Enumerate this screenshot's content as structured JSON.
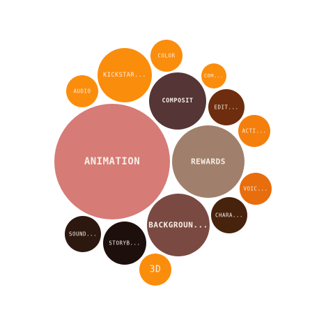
{
  "chart_data": {
    "type": "bubble",
    "title": "",
    "label_color": "#f7efe6",
    "bubbles": [
      {
        "label": "ANIMATION",
        "size": 100,
        "color": "#d67b76"
      },
      {
        "label": "REWARDS",
        "size": 40,
        "color": "#a0806c"
      },
      {
        "label": "BACKGROUN...",
        "size": 30,
        "color": "#7a4a42"
      },
      {
        "label": "COMPOSIT",
        "size": 25,
        "color": "#553536"
      },
      {
        "label": "KICKSTAR...",
        "size": 22,
        "color": "#fb8d0c"
      },
      {
        "label": "STORYB...",
        "size": 14,
        "color": "#1d0f0c"
      },
      {
        "label": "EDIT...",
        "size": 10,
        "color": "#6e2d0e"
      },
      {
        "label": "CHARA...",
        "size": 10,
        "color": "#47220d"
      },
      {
        "label": "SOUND...",
        "size": 10,
        "color": "#2d180f"
      },
      {
        "label": "AUDIO",
        "size": 7.5,
        "color": "#fb8d0c"
      },
      {
        "label": "COLOR",
        "size": 7.5,
        "color": "#fb8d0c"
      },
      {
        "label": "ACTI...",
        "size": 7.5,
        "color": "#f57f0d"
      },
      {
        "label": "VOIC...",
        "size": 7.5,
        "color": "#e86d0c"
      },
      {
        "label": "3D",
        "size": 7.5,
        "color": "#fb8d0c"
      },
      {
        "label": "COM...",
        "size": 5.3,
        "color": "#fb8d0c"
      }
    ]
  }
}
